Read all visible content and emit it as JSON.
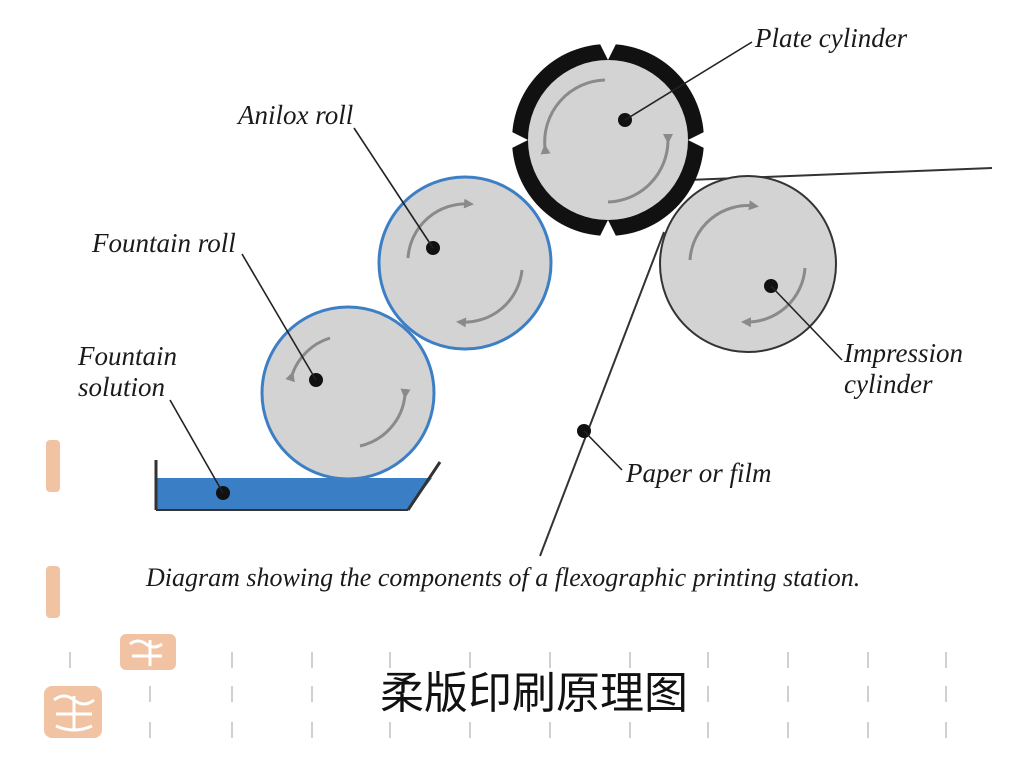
{
  "labels": {
    "plate_cylinder": "Plate cylinder",
    "anilox_roll": "Anilox roll",
    "fountain_roll": "Fountain roll",
    "fountain_solution_line1": "Fountain",
    "fountain_solution_line2": "solution",
    "impression_cylinder_line1": "Impression",
    "impression_cylinder_line2": "cylinder",
    "paper_or_film": "Paper or film"
  },
  "caption": "Diagram showing the components of a flexographic printing station.",
  "slide_title": "柔版印刷原理图",
  "colors": {
    "roll_fill": "#d3d3d3",
    "roll_outline_blue": "#3d7fc4",
    "plate_ring": "#111111",
    "ink_tray": "#3a7fc6",
    "arrow": "#8a8a8a",
    "seal": "#f1c3a3"
  }
}
